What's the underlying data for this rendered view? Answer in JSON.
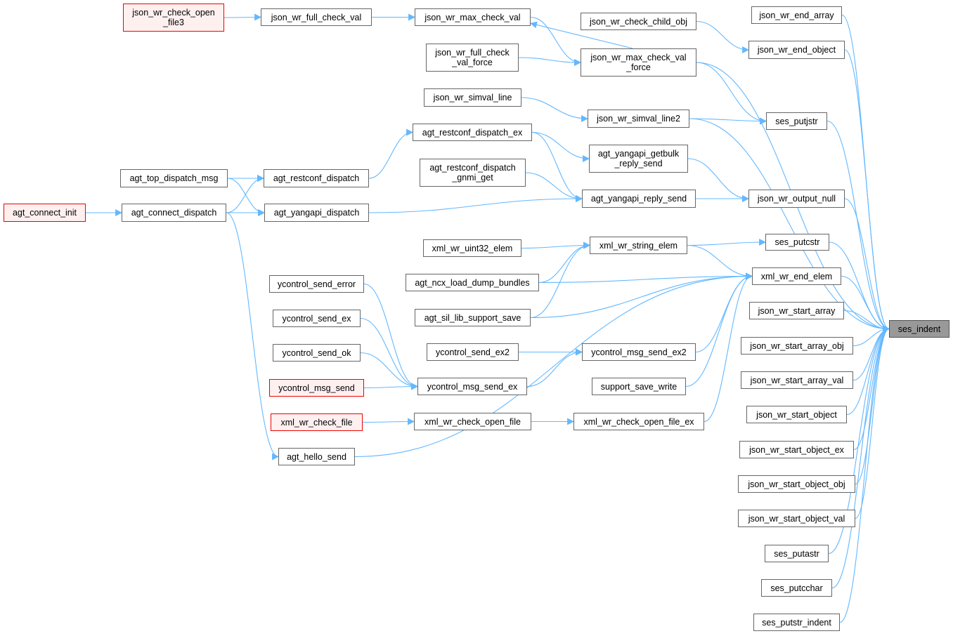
{
  "graph": {
    "type": "caller-graph",
    "focus": "ses_indent",
    "colors": {
      "edge": "#63b8ff",
      "node_border": "#666666",
      "truncated_border": "#ff0000",
      "truncated_fill": "#fff0f0",
      "focus_fill": "#999999"
    },
    "nodes": [
      {
        "id": "json_wr_check_open_file3",
        "label": "json_wr_check_open\n_file3",
        "style": "red"
      },
      {
        "id": "json_wr_full_check_val",
        "label": "json_wr_full_check_val"
      },
      {
        "id": "json_wr_max_check_val",
        "label": "json_wr_max_check_val"
      },
      {
        "id": "json_wr_check_child_obj",
        "label": "json_wr_check_child_obj"
      },
      {
        "id": "json_wr_full_check_val_force",
        "label": "json_wr_full_check\n_val_force"
      },
      {
        "id": "json_wr_max_check_val_force",
        "label": "json_wr_max_check_val\n_force"
      },
      {
        "id": "json_wr_simval_line",
        "label": "json_wr_simval_line"
      },
      {
        "id": "json_wr_simval_line2",
        "label": "json_wr_simval_line2"
      },
      {
        "id": "agt_restconf_dispatch_ex",
        "label": "agt_restconf_dispatch_ex"
      },
      {
        "id": "agt_yangapi_getbulk_reply_send",
        "label": "agt_yangapi_getbulk\n_reply_send"
      },
      {
        "id": "agt_restconf_dispatch_gnmi_get",
        "label": "agt_restconf_dispatch\n_gnmi_get"
      },
      {
        "id": "agt_yangapi_reply_send",
        "label": "agt_yangapi_reply_send"
      },
      {
        "id": "agt_top_dispatch_msg",
        "label": "agt_top_dispatch_msg"
      },
      {
        "id": "agt_restconf_dispatch",
        "label": "agt_restconf_dispatch"
      },
      {
        "id": "agt_connect_init",
        "label": "agt_connect_init",
        "style": "red"
      },
      {
        "id": "agt_connect_dispatch",
        "label": "agt_connect_dispatch"
      },
      {
        "id": "agt_yangapi_dispatch",
        "label": "agt_yangapi_dispatch"
      },
      {
        "id": "xml_wr_uint32_elem",
        "label": "xml_wr_uint32_elem"
      },
      {
        "id": "xml_wr_string_elem",
        "label": "xml_wr_string_elem"
      },
      {
        "id": "agt_ncx_load_dump_bundles",
        "label": "agt_ncx_load_dump_bundles"
      },
      {
        "id": "agt_sil_lib_support_save",
        "label": "agt_sil_lib_support_save"
      },
      {
        "id": "ycontrol_send_error",
        "label": "ycontrol_send_error"
      },
      {
        "id": "ycontrol_send_ex",
        "label": "ycontrol_send_ex"
      },
      {
        "id": "ycontrol_send_ok",
        "label": "ycontrol_send_ok"
      },
      {
        "id": "ycontrol_msg_send",
        "label": "ycontrol_msg_send",
        "style": "red"
      },
      {
        "id": "ycontrol_send_ex2",
        "label": "ycontrol_send_ex2"
      },
      {
        "id": "ycontrol_msg_send_ex2",
        "label": "ycontrol_msg_send_ex2"
      },
      {
        "id": "support_save_write",
        "label": "support_save_write"
      },
      {
        "id": "ycontrol_msg_send_ex",
        "label": "ycontrol_msg_send_ex"
      },
      {
        "id": "xml_wr_check_file",
        "label": "xml_wr_check_file",
        "style": "red"
      },
      {
        "id": "xml_wr_check_open_file",
        "label": "xml_wr_check_open_file"
      },
      {
        "id": "xml_wr_check_open_file_ex",
        "label": "xml_wr_check_open_file_ex"
      },
      {
        "id": "agt_hello_send",
        "label": "agt_hello_send"
      },
      {
        "id": "json_wr_end_array",
        "label": "json_wr_end_array"
      },
      {
        "id": "json_wr_end_object",
        "label": "json_wr_end_object"
      },
      {
        "id": "ses_putjstr",
        "label": "ses_putjstr"
      },
      {
        "id": "json_wr_output_null",
        "label": "json_wr_output_null"
      },
      {
        "id": "ses_putcstr",
        "label": "ses_putcstr"
      },
      {
        "id": "xml_wr_end_elem",
        "label": "xml_wr_end_elem"
      },
      {
        "id": "json_wr_start_array",
        "label": "json_wr_start_array"
      },
      {
        "id": "json_wr_start_array_obj",
        "label": "json_wr_start_array_obj"
      },
      {
        "id": "json_wr_start_array_val",
        "label": "json_wr_start_array_val"
      },
      {
        "id": "json_wr_start_object",
        "label": "json_wr_start_object"
      },
      {
        "id": "json_wr_start_object_ex",
        "label": "json_wr_start_object_ex"
      },
      {
        "id": "json_wr_start_object_obj",
        "label": "json_wr_start_object_obj"
      },
      {
        "id": "json_wr_start_object_val",
        "label": "json_wr_start_object_val"
      },
      {
        "id": "ses_putastr",
        "label": "ses_putastr"
      },
      {
        "id": "ses_putcchar",
        "label": "ses_putcchar"
      },
      {
        "id": "ses_putstr_indent",
        "label": "ses_putstr_indent"
      },
      {
        "id": "ses_indent",
        "label": "ses_indent",
        "style": "focus"
      }
    ],
    "edges": [
      [
        "json_wr_check_open_file3",
        "json_wr_full_check_val"
      ],
      [
        "json_wr_full_check_val",
        "json_wr_max_check_val"
      ],
      [
        "json_wr_max_check_val",
        "json_wr_max_check_val_force"
      ],
      [
        "json_wr_max_check_val_force",
        "json_wr_max_check_val"
      ],
      [
        "json_wr_full_check_val_force",
        "json_wr_max_check_val_force"
      ],
      [
        "json_wr_check_child_obj",
        "json_wr_end_object"
      ],
      [
        "json_wr_max_check_val_force",
        "ses_putjstr"
      ],
      [
        "json_wr_max_check_val_force",
        "ses_indent"
      ],
      [
        "json_wr_simval_line",
        "json_wr_simval_line2"
      ],
      [
        "json_wr_simval_line2",
        "ses_putjstr"
      ],
      [
        "json_wr_simval_line2",
        "ses_indent"
      ],
      [
        "agt_restconf_dispatch",
        "agt_restconf_dispatch_ex"
      ],
      [
        "agt_restconf_dispatch_ex",
        "agt_yangapi_getbulk_reply_send"
      ],
      [
        "agt_restconf_dispatch_ex",
        "agt_yangapi_reply_send"
      ],
      [
        "agt_yangapi_getbulk_reply_send",
        "json_wr_output_null"
      ],
      [
        "agt_restconf_dispatch_gnmi_get",
        "agt_yangapi_reply_send"
      ],
      [
        "agt_yangapi_reply_send",
        "json_wr_output_null"
      ],
      [
        "agt_yangapi_dispatch",
        "agt_yangapi_reply_send"
      ],
      [
        "agt_top_dispatch_msg",
        "agt_restconf_dispatch"
      ],
      [
        "agt_top_dispatch_msg",
        "agt_yangapi_dispatch"
      ],
      [
        "agt_connect_dispatch",
        "agt_restconf_dispatch"
      ],
      [
        "agt_connect_dispatch",
        "agt_yangapi_dispatch"
      ],
      [
        "agt_connect_init",
        "agt_connect_dispatch"
      ],
      [
        "agt_connect_dispatch",
        "agt_hello_send"
      ],
      [
        "xml_wr_uint32_elem",
        "xml_wr_string_elem"
      ],
      [
        "agt_ncx_load_dump_bundles",
        "xml_wr_string_elem"
      ],
      [
        "agt_sil_lib_support_save",
        "xml_wr_string_elem"
      ],
      [
        "xml_wr_string_elem",
        "ses_putcstr"
      ],
      [
        "xml_wr_string_elem",
        "xml_wr_end_elem"
      ],
      [
        "agt_ncx_load_dump_bundles",
        "xml_wr_end_elem"
      ],
      [
        "agt_sil_lib_support_save",
        "xml_wr_end_elem"
      ],
      [
        "ycontrol_msg_send_ex2",
        "xml_wr_end_elem"
      ],
      [
        "support_save_write",
        "xml_wr_end_elem"
      ],
      [
        "xml_wr_check_open_file_ex",
        "xml_wr_end_elem"
      ],
      [
        "agt_hello_send",
        "xml_wr_end_elem"
      ],
      [
        "ycontrol_send_ex2",
        "ycontrol_msg_send_ex2"
      ],
      [
        "ycontrol_msg_send_ex",
        "ycontrol_msg_send_ex2"
      ],
      [
        "ycontrol_send_error",
        "ycontrol_msg_send_ex"
      ],
      [
        "ycontrol_send_ex",
        "ycontrol_msg_send_ex"
      ],
      [
        "ycontrol_send_ok",
        "ycontrol_msg_send_ex"
      ],
      [
        "ycontrol_msg_send",
        "ycontrol_msg_send_ex"
      ],
      [
        "xml_wr_check_file",
        "xml_wr_check_open_file"
      ],
      [
        "xml_wr_check_open_file",
        "xml_wr_check_open_file_ex"
      ],
      [
        "json_wr_end_array",
        "ses_indent"
      ],
      [
        "json_wr_end_object",
        "ses_indent"
      ],
      [
        "ses_putjstr",
        "ses_indent"
      ],
      [
        "json_wr_output_null",
        "ses_indent"
      ],
      [
        "ses_putcstr",
        "ses_indent"
      ],
      [
        "xml_wr_end_elem",
        "ses_indent"
      ],
      [
        "json_wr_start_array",
        "ses_indent"
      ],
      [
        "json_wr_start_array_obj",
        "ses_indent"
      ],
      [
        "json_wr_start_array_val",
        "ses_indent"
      ],
      [
        "json_wr_start_object",
        "ses_indent"
      ],
      [
        "json_wr_start_object_ex",
        "ses_indent"
      ],
      [
        "json_wr_start_object_obj",
        "ses_indent"
      ],
      [
        "json_wr_start_object_val",
        "ses_indent"
      ],
      [
        "ses_putastr",
        "ses_indent"
      ],
      [
        "ses_putcchar",
        "ses_indent"
      ],
      [
        "ses_putstr_indent",
        "ses_indent"
      ]
    ]
  }
}
